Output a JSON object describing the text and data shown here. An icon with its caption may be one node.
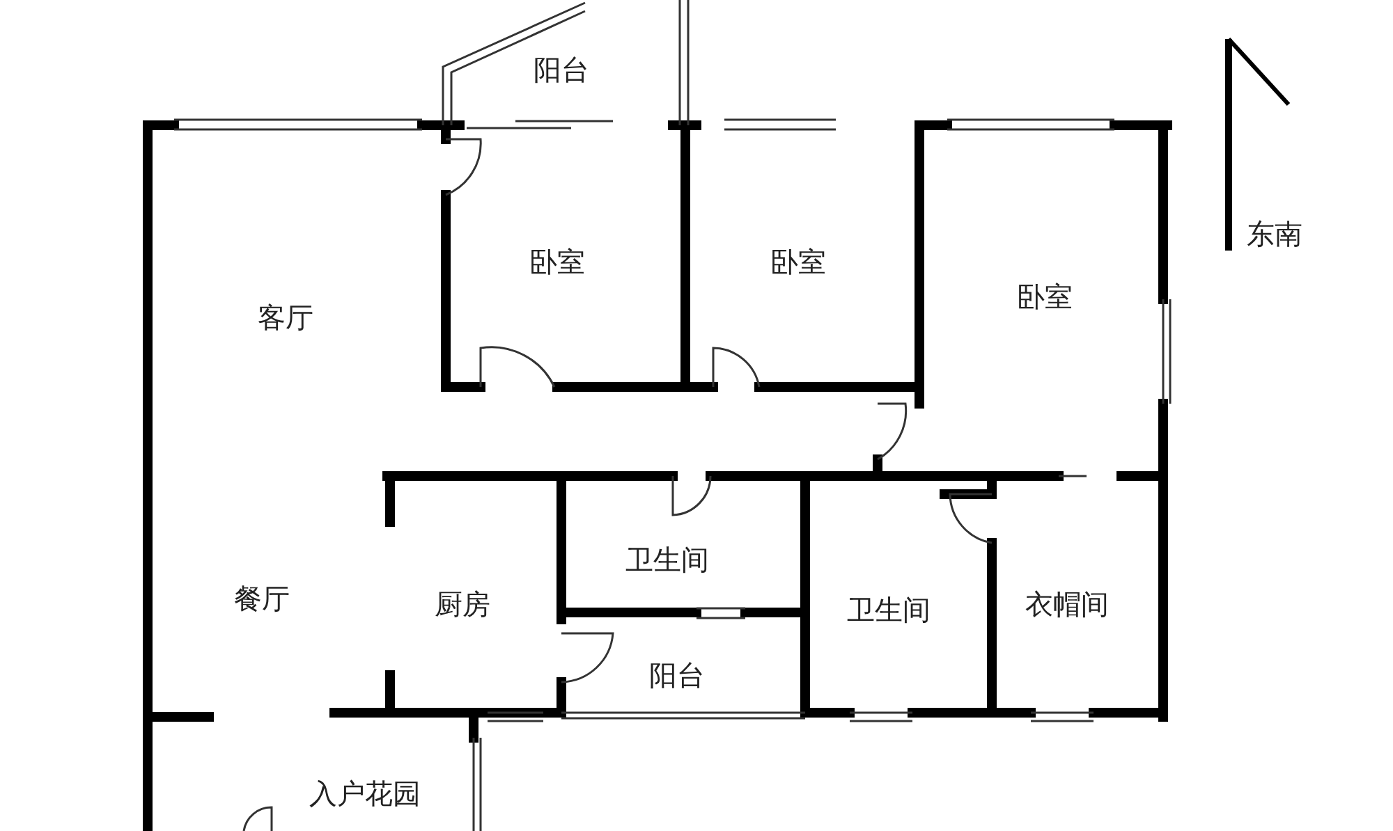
{
  "diagram": {
    "labels": [
      "阳台",
      "东南",
      "卧室",
      "卧室",
      "卧室",
      "客厅",
      "卫生间",
      "餐厅",
      "厨房",
      "卫生间",
      "衣帽间",
      "阳台",
      "入户花园"
    ]
  }
}
